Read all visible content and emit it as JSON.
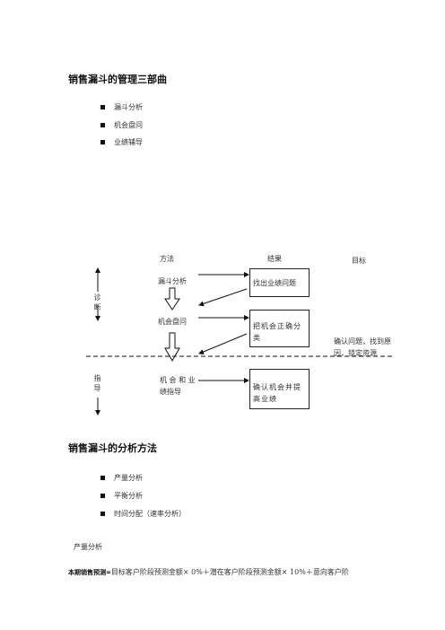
{
  "section1": {
    "title": "销售漏斗的管理三部曲",
    "items": [
      "漏斗分析",
      "机会盘问",
      "业绩辅导"
    ]
  },
  "diagram": {
    "col_method": "方法",
    "col_result": "结果",
    "col_goal": "目标",
    "side_diagnose": "诊断",
    "side_guide": "指导",
    "method_1": "漏斗分析",
    "method_2": "机会盘问",
    "method_3a": "机 会 和 业",
    "method_3b": "绩指导",
    "result_1": "找出业绩问题",
    "result_2": "把机会正确分类",
    "result_3": "确认机会并提高业绩",
    "goal": "确认问题，找到原因，锁定资源"
  },
  "section2": {
    "title": "销售漏斗的分析方法",
    "items": [
      "产量分析",
      "平衡分析",
      "时间分配（速率分析）"
    ]
  },
  "sub_heading": "产量分析",
  "formula": {
    "label": "本期销售预测=",
    "text": "目标客户阶段预测金额×  0%＋潜在客户阶段预测金额×  10%＋意向客户阶"
  }
}
